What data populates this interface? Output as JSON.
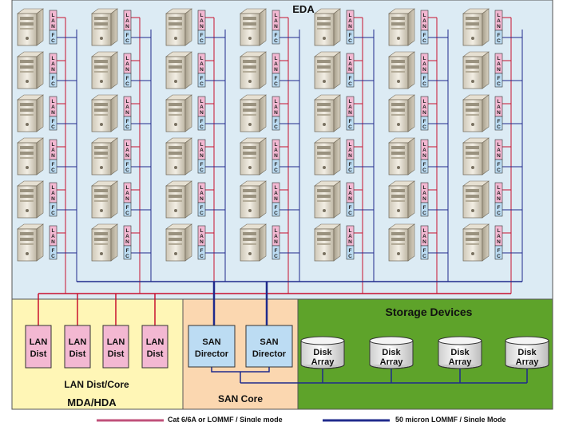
{
  "eda": {
    "title": "EDA",
    "bg": "#dcebf4",
    "columns": 7,
    "rows": 6,
    "server_tag_top": [
      "L",
      "A",
      "N"
    ],
    "server_tag_bottom": [
      "F",
      "C"
    ]
  },
  "lan_zone": {
    "bg": "#fff6b6",
    "title": "LAN Dist/Core",
    "subtitle": "MDA/HDA",
    "boxes": [
      {
        "line1": "LAN",
        "line2": "Dist"
      },
      {
        "line1": "LAN",
        "line2": "Dist"
      },
      {
        "line1": "LAN",
        "line2": "Dist"
      },
      {
        "line1": "LAN",
        "line2": "Dist"
      }
    ],
    "box_color": "#f3b8d2"
  },
  "san_zone": {
    "bg": "#fbd7b0",
    "title": "SAN Core",
    "boxes": [
      {
        "line1": "SAN",
        "line2": "Director"
      },
      {
        "line1": "SAN",
        "line2": "Director"
      }
    ],
    "box_color": "#bcdcf3"
  },
  "storage_zone": {
    "bg": "#5ea32a",
    "title": "Storage Devices",
    "disks": [
      {
        "line1": "Disk",
        "line2": "Array"
      },
      {
        "line1": "Disk",
        "line2": "Array"
      },
      {
        "line1": "Disk",
        "line2": "Array"
      },
      {
        "line1": "Disk",
        "line2": "Array"
      }
    ]
  },
  "legend": {
    "copper": "Cat 6/6A or LOMMF / Single mode",
    "fiber": "50 micron LOMMF / Single Mode"
  },
  "colors": {
    "copper": "#c8102e",
    "fiber": "#1f2a8c",
    "legend_copper": "#c0507a"
  }
}
